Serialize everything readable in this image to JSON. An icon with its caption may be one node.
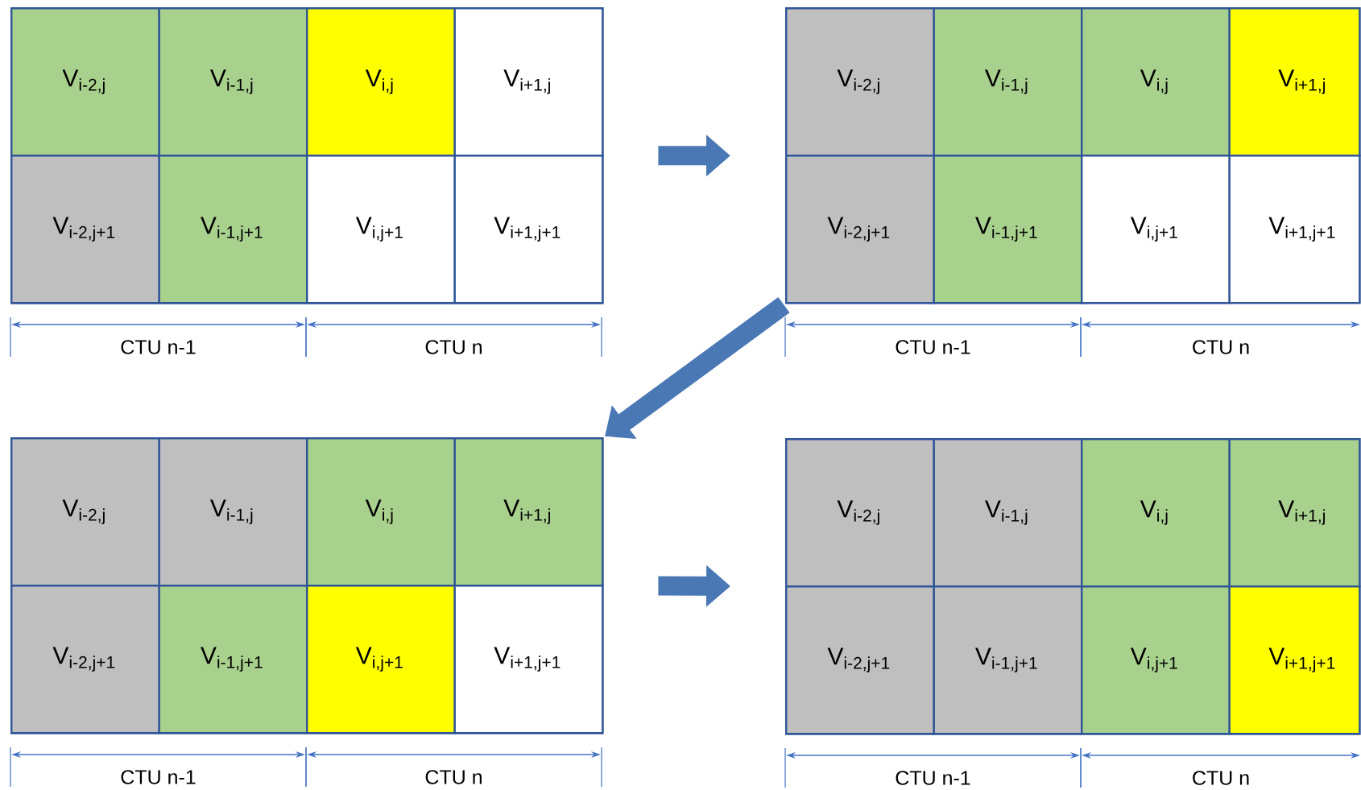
{
  "diagram": {
    "nodes": [
      {
        "text": [],
        "shape": "box"
      },
      {
        "text": [
          "V$_{i-2,j}$"
        ],
        "in": 0
      },
      {
        "text": [
          "V$_{i-1,j}$"
        ],
        "in": 0
      },
      {
        "text": [
          "V$_{i,j}$"
        ],
        "in": 0
      },
      {
        "text": [
          "V$_{i+1,j}$"
        ],
        "in": 0
      },
      {
        "text": [
          "V$_{i-2,j+1}$"
        ],
        "in": 0
      },
      {
        "text": [
          "V$_{i-1,j+1}$"
        ],
        "in": 0
      },
      {
        "text": [
          "V$_{i,j+1}$"
        ],
        "in": 0
      },
      {
        "text": [
          "V$_{i+1,j+1}$"
        ],
        "in": 0
      },
      {
        "text": [],
        "shape": "box"
      },
      {
        "text": [
          "V$_{i-2,j}$"
        ],
        "in": 9
      },
      {
        "text": [
          "V$_{i-1,j}$"
        ],
        "in": 9
      },
      {
        "text": [
          "V$_{i,j}$"
        ],
        "in": 9
      },
      {
        "text": [
          "V$_{i+1,j}$"
        ],
        "in": 9
      },
      {
        "text": [
          "V$_{i-2,j+1}$"
        ],
        "in": 9
      },
      {
        "text": [
          "V$_{i-1,j+1}$"
        ],
        "in": 9
      },
      {
        "text": [
          "V$_{i,j+1}$"
        ],
        "in": 9
      },
      {
        "text": [
          "V$_{i+1,j+1}$"
        ],
        "in": 9
      },
      {
        "text": [],
        "shape": "box"
      },
      {
        "text": [
          "V$_{i-2,j}$"
        ],
        "in": 18
      },
      {
        "text": [
          "V$_{i-1,j}$"
        ],
        "in": 18
      },
      {
        "text": [
          "V$_{i,j}$"
        ],
        "in": 18
      },
      {
        "text": [
          "V$_{i+1,j}$"
        ],
        "in": 18
      },
      {
        "text": [
          "V$_{i-2,j+1}$"
        ],
        "in": 18
      },
      {
        "text": [
          "V$_{i-1,j+1}$"
        ],
        "in": 18
      },
      {
        "text": [
          "V$_{i,j+1}$"
        ],
        "in": 18
      },
      {
        "text": [
          "V$_{i+1,j+1}$"
        ],
        "in": 18
      },
      {
        "text": [],
        "shape": "box"
      },
      {
        "text": [
          "V$_{i-2,j}$"
        ],
        "in": 27
      },
      {
        "text": [
          "V$_{i-1,j}$"
        ],
        "in": 27
      },
      {
        "text": [
          "V$_{i,j}$"
        ],
        "in": 27
      },
      {
        "text": [
          "V$_{i+1,j}$"
        ],
        "in": 27
      },
      {
        "text": [
          "V$_{i-2,j+1}$"
        ],
        "in": 27
      },
      {
        "text": [
          "V$_{i-1,j+1}$"
        ],
        "in": 27
      },
      {
        "text": [
          "V$_{i,j+1}$"
        ],
        "in": 27
      },
      {
        "text": [
          "V$_{i+1,j+1}$"
        ],
        "in": 27
      }
    ],
    "edges": [
      {
        "from": 0,
        "to": 9,
        "arrow": "to"
      },
      {
        "from": 9,
        "to": 18,
        "arrow": "to"
      },
      {
        "from": 18,
        "to": 27,
        "arrow": "to"
      }
    ],
    "labels": [
      "CTU n-1",
      "CTU n",
      "CTU n-1",
      "CTU n",
      "CTU n-1",
      "CTU n",
      "CTU n-1",
      "CTU n"
    ]
  }
}
